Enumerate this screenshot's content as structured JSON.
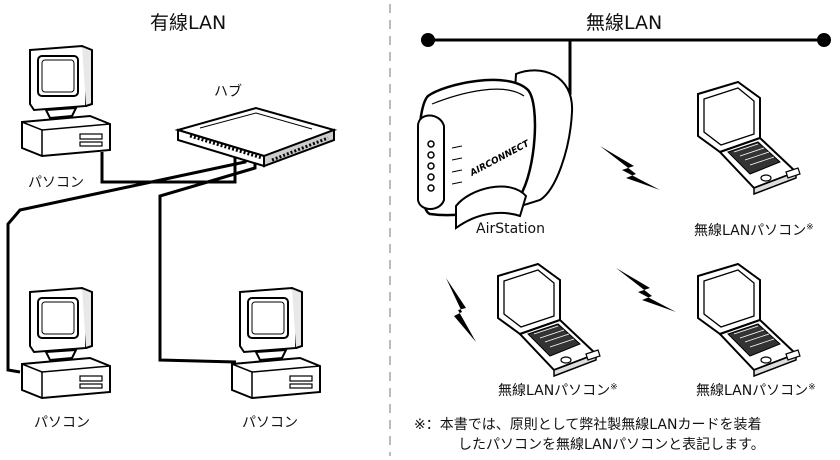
{
  "wired": {
    "title": "有線LAN",
    "hub_label": "ハブ",
    "pc_label": "パソコン"
  },
  "wireless": {
    "title": "無線LAN",
    "airstation_label": "AirStation",
    "airstation_brand": "AIRCONNECT",
    "wireless_pc_label": "無線LANパソコン",
    "asterisk": "※"
  },
  "footnote": {
    "line1": "※：本書では、原則として弊社製無線LANカードを装着",
    "line2": "したパソコンを無線LANパソコンと表記します。"
  }
}
